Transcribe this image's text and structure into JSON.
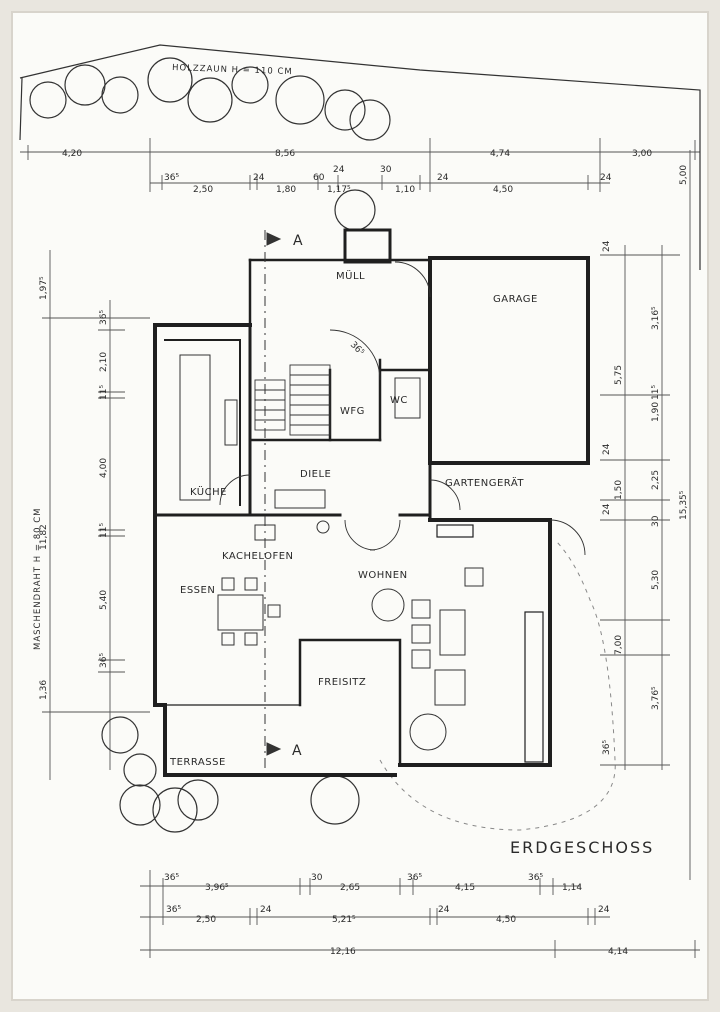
{
  "title": "ERDGESCHOSS",
  "notes": {
    "fence_top": "HOLZZAUN  H = 110 CM",
    "fence_left": "MASCHENDRAHT  H = 80 CM"
  },
  "section_marks": [
    "A",
    "A"
  ],
  "rooms": {
    "muell": "MÜLL",
    "garage": "GARAGE",
    "wfg": "WFG",
    "wc": "WC",
    "kueche": "KÜCHE",
    "diele": "DIELE",
    "gartengeraet": "GARTENGERÄT",
    "kachelofen": "KACHELOFEN",
    "wohnen": "WOHNEN",
    "essen": "ESSEN",
    "freisitz": "FREISITZ",
    "terrasse": "TERRASSE"
  },
  "dimensions": {
    "top_row1": [
      "4,20",
      "8,56",
      "4,74",
      "3,00"
    ],
    "top_row2": [
      "36⁵",
      "2,50",
      "24",
      "1,80",
      "60",
      "1,17⁵",
      "1,10",
      "24",
      "4,50",
      "24"
    ],
    "top_extra": [
      "24",
      "30"
    ],
    "bottom_row1": [
      "36⁵",
      "3,96⁵",
      "30",
      "2,65",
      "36⁵",
      "4,15",
      "36⁵",
      "1,14"
    ],
    "bottom_row2": [
      "36⁵",
      "2,50",
      "24",
      "5,21⁵",
      "24",
      "4,50",
      "24"
    ],
    "bottom_row3": [
      "12,16",
      "4,14"
    ],
    "left_outer": [
      "1,97⁵",
      "11,82",
      "1,36"
    ],
    "left_inner": [
      "36⁵",
      "2,10",
      "11⁵",
      "4,00",
      "11⁵",
      "5,40",
      "36⁵"
    ],
    "right_inner": [
      "24",
      "3,16⁵",
      "11⁵",
      "1,90",
      "24",
      "2,25",
      "24",
      "30",
      "5,30",
      "3,76⁵",
      "36⁵"
    ],
    "right_mid": [
      "5,75",
      "1,50",
      "7,00"
    ],
    "right_outer": [
      "5,00",
      "15,35⁵"
    ],
    "stair_note": "36⁵"
  }
}
